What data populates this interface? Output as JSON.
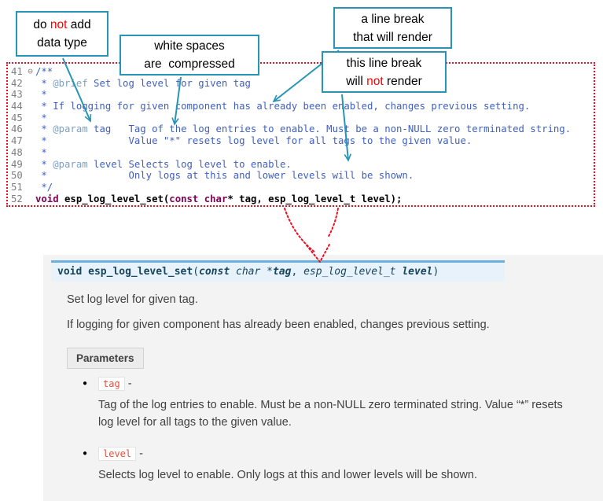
{
  "colors": {
    "callout_border": "#2795b5",
    "highlight_red": "#ff0000",
    "dotted_border_red": "#e81123",
    "comment_blue": "#3f5fbf",
    "doc_tag_blue": "#7f9fbf",
    "keyword_purple": "#7f0055",
    "signature_bg": "#e7f2fa",
    "signature_border": "#6ab0de",
    "param_name_red": "#e74c3c",
    "panel_bg": "#f3f3f3"
  },
  "callouts": {
    "no_datatype": {
      "l1a": "do ",
      "l1b": "not",
      "l1c": " add",
      "l2": "data type"
    },
    "whitespace": {
      "l1": "white spaces",
      "l2": "are  compressed"
    },
    "break_render": {
      "l1": "a line break",
      "l2": "that will render"
    },
    "break_norender": {
      "l1": "this line break",
      "l2a": "will ",
      "l2b": "not",
      "l2c": " render"
    }
  },
  "editor": {
    "lines": [
      {
        "num": "41",
        "fold": "⊖",
        "segs": [
          {
            "c": "cm",
            "t": "/**"
          }
        ]
      },
      {
        "num": "42",
        "segs": [
          {
            "c": "cm",
            "t": " * "
          },
          {
            "c": "tg",
            "t": "@brief"
          },
          {
            "c": "cm",
            "t": " Set log level for given tag"
          }
        ]
      },
      {
        "num": "43",
        "segs": [
          {
            "c": "cm",
            "t": " *"
          }
        ]
      },
      {
        "num": "44",
        "segs": [
          {
            "c": "cm",
            "t": " * If logging for given component has already been enabled, changes previous setting."
          }
        ]
      },
      {
        "num": "45",
        "segs": [
          {
            "c": "cm",
            "t": " *"
          }
        ]
      },
      {
        "num": "46",
        "segs": [
          {
            "c": "cm",
            "t": " * "
          },
          {
            "c": "tg",
            "t": "@param"
          },
          {
            "c": "cm",
            "t": " tag   Tag of the log entries to enable. Must be a non-NULL zero terminated string."
          }
        ]
      },
      {
        "num": "47",
        "segs": [
          {
            "c": "cm",
            "t": " *              Value \"*\" resets log level for all tags to the given value."
          }
        ]
      },
      {
        "num": "48",
        "segs": [
          {
            "c": "cm",
            "t": " *"
          }
        ]
      },
      {
        "num": "49",
        "segs": [
          {
            "c": "cm",
            "t": " * "
          },
          {
            "c": "tg",
            "t": "@param"
          },
          {
            "c": "cm",
            "t": " level Selects log level to enable."
          }
        ]
      },
      {
        "num": "50",
        "segs": [
          {
            "c": "cm",
            "t": " *              Only logs at this and lower levels will be shown."
          }
        ]
      },
      {
        "num": "51",
        "segs": [
          {
            "c": "cm",
            "t": " */"
          }
        ]
      },
      {
        "num": "52",
        "segs": [
          {
            "c": "kw",
            "t": "void"
          },
          {
            "c": "pl",
            "t": " esp_log_level_set("
          },
          {
            "c": "kw",
            "t": "const"
          },
          {
            "c": "pl",
            "t": " "
          },
          {
            "c": "kw",
            "t": "char"
          },
          {
            "c": "pl",
            "t": "* tag, esp_log_level_t level);"
          }
        ]
      }
    ]
  },
  "docs": {
    "signature": {
      "segs": [
        {
          "c": "b",
          "t": "void "
        },
        {
          "c": "b",
          "t": "esp_log_level_set"
        },
        {
          "c": "r",
          "t": "("
        },
        {
          "c": "bi",
          "t": "const"
        },
        {
          "c": "i",
          "t": "  char *"
        },
        {
          "c": "bi",
          "t": "tag"
        },
        {
          "c": "r",
          "t": ", "
        },
        {
          "c": "i",
          "t": "esp_log_level_t "
        },
        {
          "c": "bi",
          "t": "level"
        },
        {
          "c": "r",
          "t": ")"
        }
      ]
    },
    "para1": "Set log level for given tag.",
    "para2": "If logging for given component has already been enabled, changes previous setting.",
    "parameters_label": "Parameters",
    "dash": "-",
    "params": [
      {
        "name": "tag",
        "desc": "Tag of the log entries to enable. Must be a non-NULL zero terminated string. Value “*” resets log level for all tags to the given value."
      },
      {
        "name": "level",
        "desc": "Selects log level to enable. Only logs at this and lower levels will be shown."
      }
    ]
  }
}
